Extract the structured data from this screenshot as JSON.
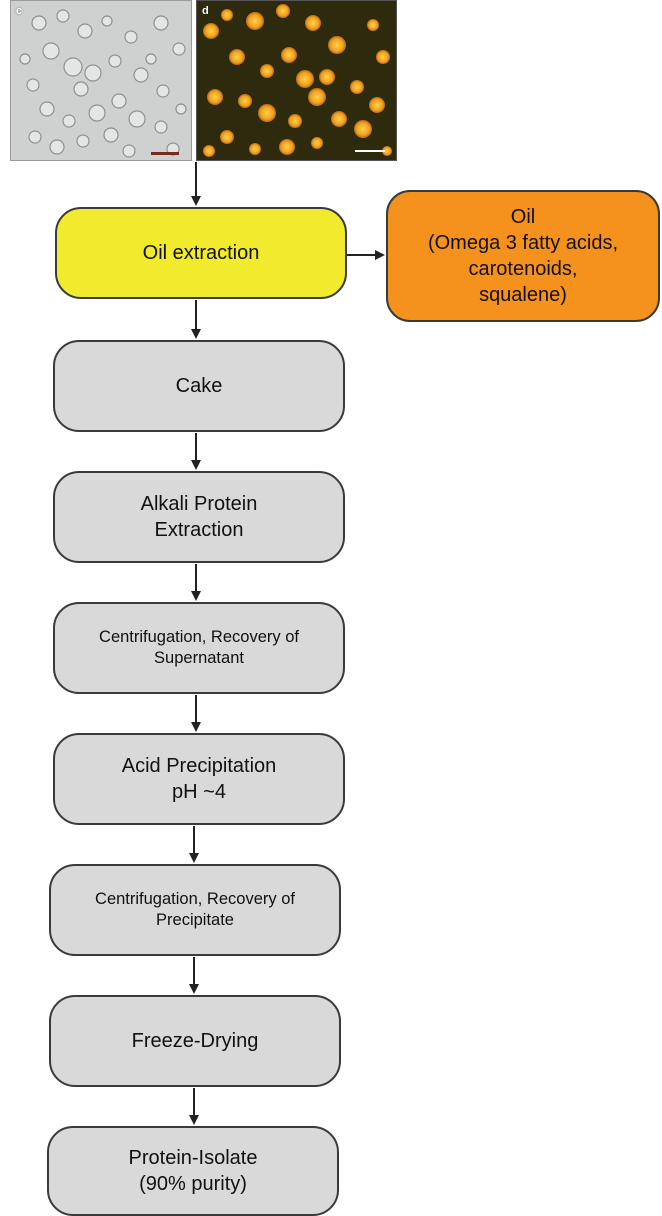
{
  "panels": {
    "left_label": "c",
    "right_label": "d"
  },
  "flow": {
    "oil_extraction": "Oil extraction",
    "oil_product": "Oil\n(Omega 3 fatty acids,\ncarotenoids,\nsqualene)",
    "cake": "Cake",
    "alkali": "Alkali Protein\nExtraction",
    "centrifugation_supernatant": "Centrifugation, Recovery of\nSupernatant",
    "acid_precipitation": "Acid Precipitation\npH ~4",
    "centrifugation_precipitate": "Centrifugation, Recovery of\nPrecipitate",
    "freeze_drying": "Freeze-Drying",
    "protein_isolate": "Protein-Isolate\n(90% purity)"
  },
  "colors": {
    "highlight_yellow": "#f2ea2c",
    "oil_orange": "#f5921e",
    "step_grey": "#d9d9d9"
  }
}
